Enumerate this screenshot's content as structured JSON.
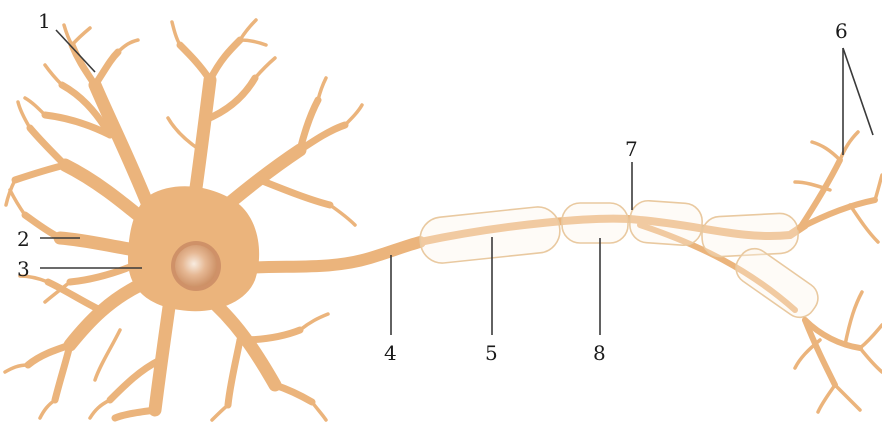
{
  "colors": {
    "cell": "#ebb47c",
    "cell_light": "#f0c08c",
    "sheath_stroke": "#e9c9a0",
    "nucleus": "#d79a6c",
    "nucleus_core": "#f6e6d6",
    "label_line": "#3a3a3a"
  },
  "labels": [
    {
      "id": "dendrite",
      "text": "1"
    },
    {
      "id": "cell-membrane",
      "text": "2"
    },
    {
      "id": "cell-body",
      "text": "3"
    },
    {
      "id": "axon",
      "text": "4"
    },
    {
      "id": "myelin-sheath",
      "text": "5"
    },
    {
      "id": "axon-terminals",
      "text": "6"
    },
    {
      "id": "schwann-cell",
      "text": "7"
    },
    {
      "id": "node-of-ranvier",
      "text": "8"
    }
  ]
}
